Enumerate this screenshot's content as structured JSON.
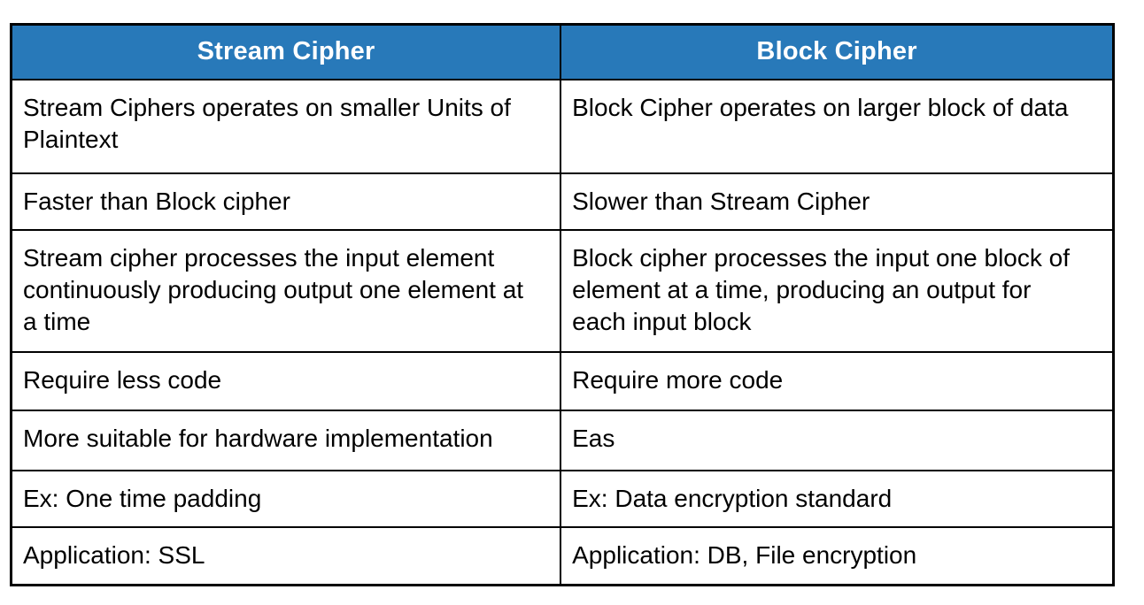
{
  "table": {
    "columns": [
      {
        "label": "Stream Cipher"
      },
      {
        "label": "Block Cipher"
      }
    ],
    "rows": [
      {
        "left": "Stream Ciphers operates on smaller Units of Plaintext",
        "right": "Block Cipher operates on larger block of data"
      },
      {
        "left": "Faster than Block cipher",
        "right": "Slower than Stream Cipher"
      },
      {
        "left": "Stream cipher processes the input element continuously producing output one element at a time",
        "right": "Block cipher processes the input one block of element at a time, producing an output for each input block"
      },
      {
        "left": "Require less code",
        "right": "Require more code"
      },
      {
        "left": "More suitable for hardware implementation",
        "right": "Eas"
      },
      {
        "left": "Ex: One time padding",
        "right": "Ex: Data encryption standard"
      },
      {
        "left": "Application: SSL",
        "right": "Application: DB, File encryption"
      }
    ],
    "style": {
      "header_bg": "#2879B9",
      "header_text_color": "#FFFFFF",
      "border_color": "#000000",
      "body_text_color": "#000000",
      "page_bg": "#FFFFFF"
    }
  }
}
